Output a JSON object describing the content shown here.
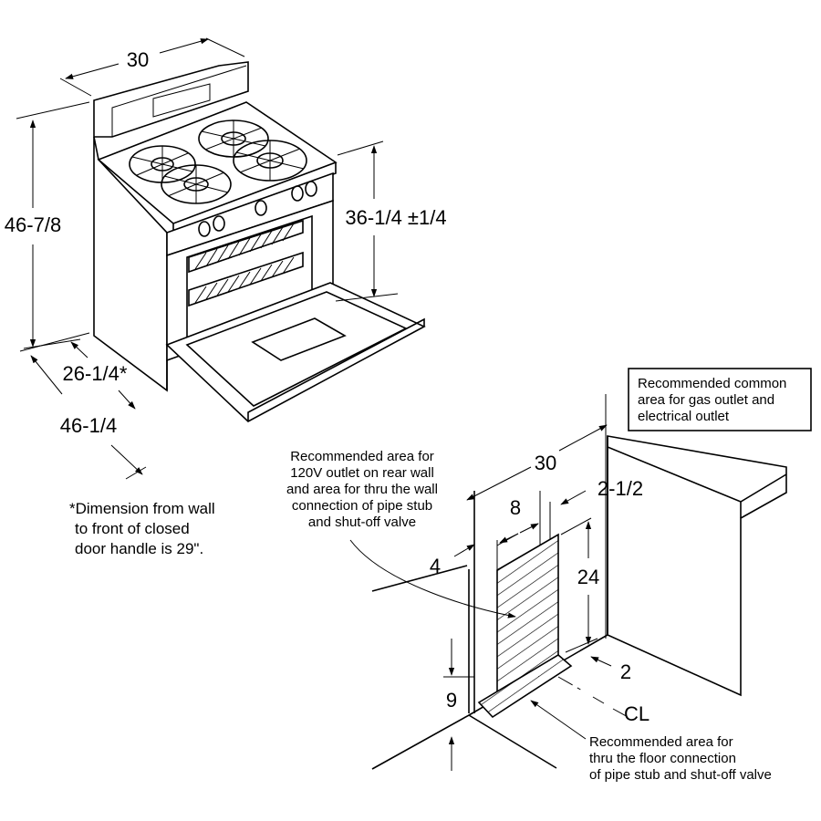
{
  "range_dimensions": {
    "width": "30",
    "overall_height": "46-7/8",
    "cooktop_height": "36-1/4 ±1/4",
    "depth": "26-1/4*",
    "depth_door_open": "46-1/4"
  },
  "footnote": {
    "lines": [
      "*Dimension from wall",
      "to front of closed",
      "door handle is 29\"."
    ]
  },
  "installation": {
    "width": "30",
    "side_offset": "2-1/2",
    "area_width": "8",
    "area_height": "24",
    "offset_4": "4",
    "offset_2": "2",
    "floor_height": "9",
    "centerline_symbol": "CL",
    "common_area_box": [
      "Recommended common",
      "area for gas outlet and",
      "electrical outlet"
    ],
    "rear_wall_note": [
      "Recommended area for",
      "120V outlet on rear wall",
      "and area for thru the wall",
      "connection of pipe stub",
      "and shut-off valve"
    ],
    "floor_note": [
      "Recommended area for",
      "thru the floor connection",
      "of pipe stub and shut-off valve"
    ]
  }
}
